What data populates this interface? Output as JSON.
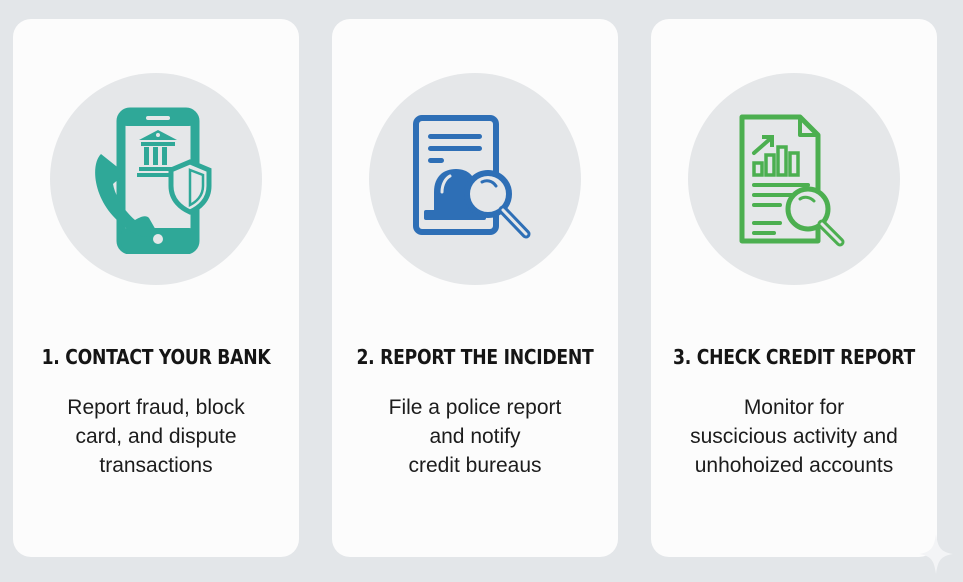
{
  "steps": [
    {
      "title": "1. CONTACT YOUR BANK",
      "description_lines": [
        "Report fraud, block",
        "card, and dispute",
        "transactions"
      ],
      "icon": "phone-bank-shield-icon",
      "color": "#2fa898"
    },
    {
      "title": "2. REPORT THE INCIDENT",
      "description_lines": [
        "File a police report",
        "and notify",
        "credit bureaus"
      ],
      "icon": "police-report-search-icon",
      "color": "#2e6fb6"
    },
    {
      "title": "3. CHECK CREDIT REPORT",
      "description_lines": [
        "Monitor for",
        "suscicious activity and",
        "unhohoized accounts"
      ],
      "icon": "credit-report-search-icon",
      "color": "#4caf50"
    }
  ],
  "colors": {
    "background": "#e3e6e9",
    "card": "#fcfcfc",
    "icon_circle": "#e5e7e9",
    "text": "#151515"
  }
}
